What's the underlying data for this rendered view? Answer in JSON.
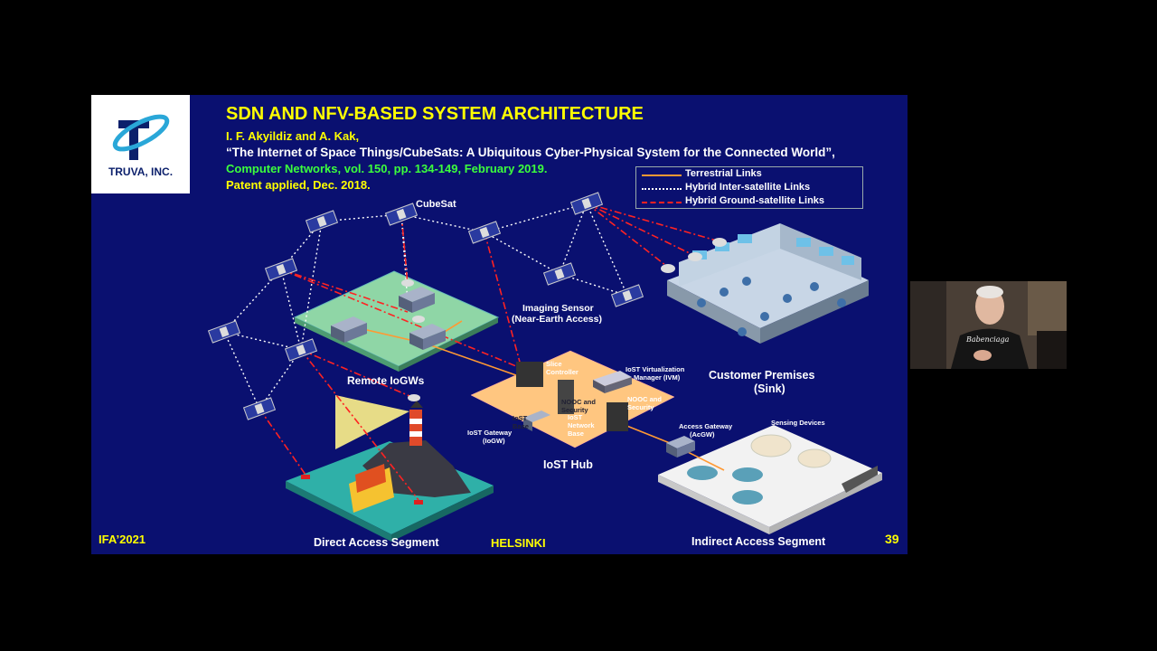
{
  "slide": {
    "logo_text": "TRUVA, INC.",
    "title": "SDN AND NFV-BASED SYSTEM ARCHITECTURE",
    "authors": "I. F. Akyildiz and A. Kak,",
    "paper_title": "“The Internet of Space Things/CubeSats: A Ubiquitous Cyber-Physical System for the Connected World”,",
    "journal": "Computer Networks, vol. 150, pp. 134-149, February 2019.",
    "patent": "Patent applied,  Dec. 2018.",
    "legend": [
      {
        "label": "Terrestrial Links",
        "color": "#ff9933",
        "style": "solid"
      },
      {
        "label": "Hybrid Inter-satellite Links",
        "color": "#ffffff",
        "style": "dotted"
      },
      {
        "label": "Hybrid Ground-satellite Links",
        "color": "#ff2222",
        "style": "dash-dot"
      }
    ],
    "labels": {
      "cubesat": "CubeSat",
      "imaging_sensor": "Imaging Sensor",
      "near_earth": "(Near-Earth Access)",
      "remote_iogws": "Remote IoGWs",
      "customer_premises": "Customer Premises",
      "sink": "(Sink)",
      "iost_hub": "IoST Hub",
      "slice_controller": "Slice Controller",
      "iost_virt_manager": "IoST Virtualization",
      "iost_virt_manager2": "Manager (IVM)",
      "nooc_security_1": "NOOC and Security",
      "nooc_security_2": "NOOC and Security",
      "iost_network_base": "IoST Network Base",
      "iost_base": "IoST Base",
      "iost_gateway": "IoST Gateway",
      "iogw": "(IoGW)",
      "access_gateway": "Access Gateway",
      "acgw": "(AcGW)",
      "sensing_devices": "Sensing Devices",
      "direct_access": "Direct Access Segment",
      "indirect_access": "Indirect Access Segment"
    },
    "footer_left": "IFA’2021",
    "footer_mid": "HELSINKI",
    "slide_number": "39"
  },
  "webcam": {
    "shirt_text": "Babenciaga"
  }
}
